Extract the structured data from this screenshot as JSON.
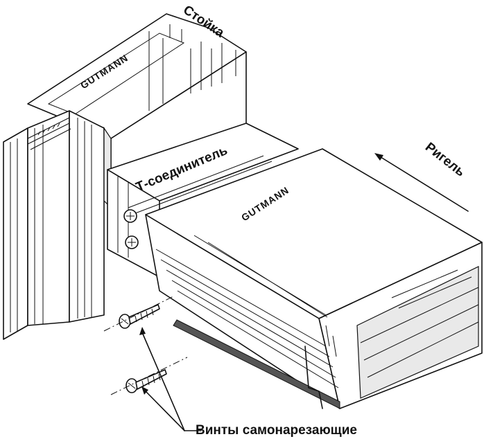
{
  "labels": {
    "post": "Стойка",
    "transom": "Ригель",
    "t_connector": "Т-соединитель",
    "screws": "Винты самонарезающие"
  },
  "brand": {
    "post_logo": "GUTMANN",
    "transom_logo": "GUTMANN"
  },
  "colors": {
    "line": "#111111",
    "background": "#ffffff"
  }
}
